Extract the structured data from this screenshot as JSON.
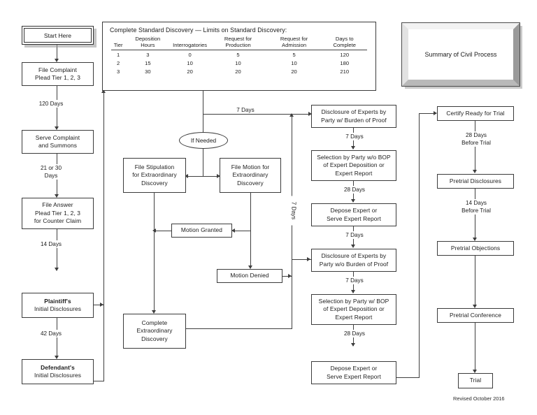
{
  "document": {
    "title": "Summary of Civil Process",
    "footer": "Revised  October 2016"
  },
  "discovery_panel": {
    "heading": "Complete Standard Discovery — Limits on Standard Discovery:",
    "columns": [
      "Tier",
      "Deposition Hours",
      "Interrogatories",
      "Request for Production",
      "Request for Admission",
      "Days to Complete"
    ],
    "rows": [
      [
        "1",
        "3",
        "0",
        "5",
        "5",
        "120"
      ],
      [
        "2",
        "15",
        "10",
        "10",
        "10",
        "180"
      ],
      [
        "3",
        "30",
        "20",
        "20",
        "20",
        "210"
      ]
    ]
  },
  "nodes": {
    "start": "Start Here",
    "file_complaint": "File Complaint\nPlead Tier 1, 2, 3",
    "serve_complaint": "Serve Complaint\nand Summons",
    "file_answer": "File Answer\nPlead Tier 1, 2, 3\nfor Counter Claim",
    "plaintiff_disclosures_line1": "Plaintiff's",
    "plaintiff_disclosures_line2": "Initial Disclosures",
    "defendant_disclosures_line1": "Defendant's",
    "defendant_disclosures_line2": "Initial Disclosures",
    "if_needed": "If Needed",
    "file_stipulation": "File Stipulation\nfor Extraordinary\nDiscovery",
    "file_motion": "File Motion for\nExtraordinary\nDiscovery",
    "motion_granted": "Motion Granted",
    "motion_denied": "Motion Denied",
    "complete_extraordinary": "Complete\nExtraordinary\nDiscovery",
    "disclosure_experts_bop": "Disclosure of Experts by\nParty w/ Burden of Proof",
    "selection_wo_bop": "Selection by Party w/o BOP\nof Expert Deposition or\nExpert Report",
    "depose_expert_1": "Depose Expert or\nServe Expert Report",
    "disclosure_experts_wo_bop": "Disclosure of Experts by\nParty w/o Burden of Proof",
    "selection_w_bop": "Selection by Party w/ BOP\nof Expert Deposition or\nExpert Report",
    "depose_expert_2": "Depose Expert or\nServe Expert Report",
    "certify_ready": "Certify Ready for Trial",
    "pretrial_disclosures": "Pretrial Disclosures",
    "pretrial_objections": "Pretrial Objections",
    "pretrial_conference": "Pretrial Conference",
    "trial": "Trial"
  },
  "edge_labels": {
    "l_120_days": "120 Days",
    "l_21_or_30_days": "21 or 30\nDays",
    "l_14_days": "14 Days",
    "l_42_days": "42 Days",
    "l_7_days_top": "7 Days",
    "l_7_days_vertical": "7 Days",
    "l_7_days_a": "7 Days",
    "l_28_days_a": "28 Days",
    "l_7_days_b": "7 Days",
    "l_7_days_c": "7 Days",
    "l_28_days_b": "28 Days",
    "l_28_before_trial": "28 Days\nBefore Trial",
    "l_14_before_trial": "14 Days\nBefore Trial"
  },
  "colors": {
    "stroke": "#3f3f3f",
    "box_border": "#3b3b3b",
    "background": "#ffffff",
    "shadow": "#969696"
  }
}
